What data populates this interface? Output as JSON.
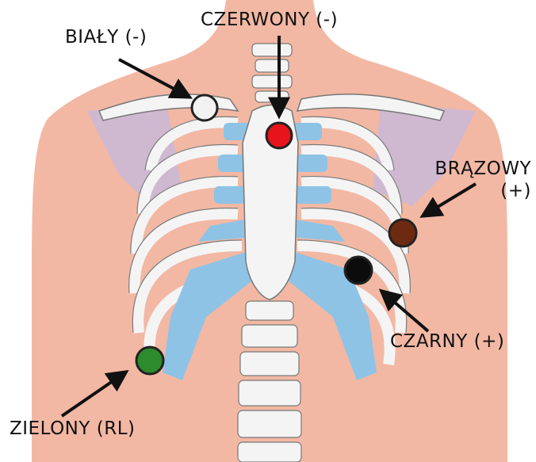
{
  "electrodes": [
    {
      "id": "white",
      "label": "BIAŁY (-)",
      "color": "#f2f2f2"
    },
    {
      "id": "red",
      "label": "CZERWONY (-)",
      "color": "#e8141c"
    },
    {
      "id": "brown",
      "label_line1": "BRĄZOWY",
      "label_line2": "(+)",
      "color": "#6e2a10"
    },
    {
      "id": "black",
      "label": "CZARNY (+)",
      "color": "#0c0c0c"
    },
    {
      "id": "green",
      "label": "ZIELONY (RL)",
      "color": "#2d8a2d"
    }
  ],
  "colors": {
    "skin": "#f2b8a4",
    "bone": "#f4f4f4",
    "cartilage": "#8ec3e6",
    "scapula": "#c9b8d8"
  }
}
